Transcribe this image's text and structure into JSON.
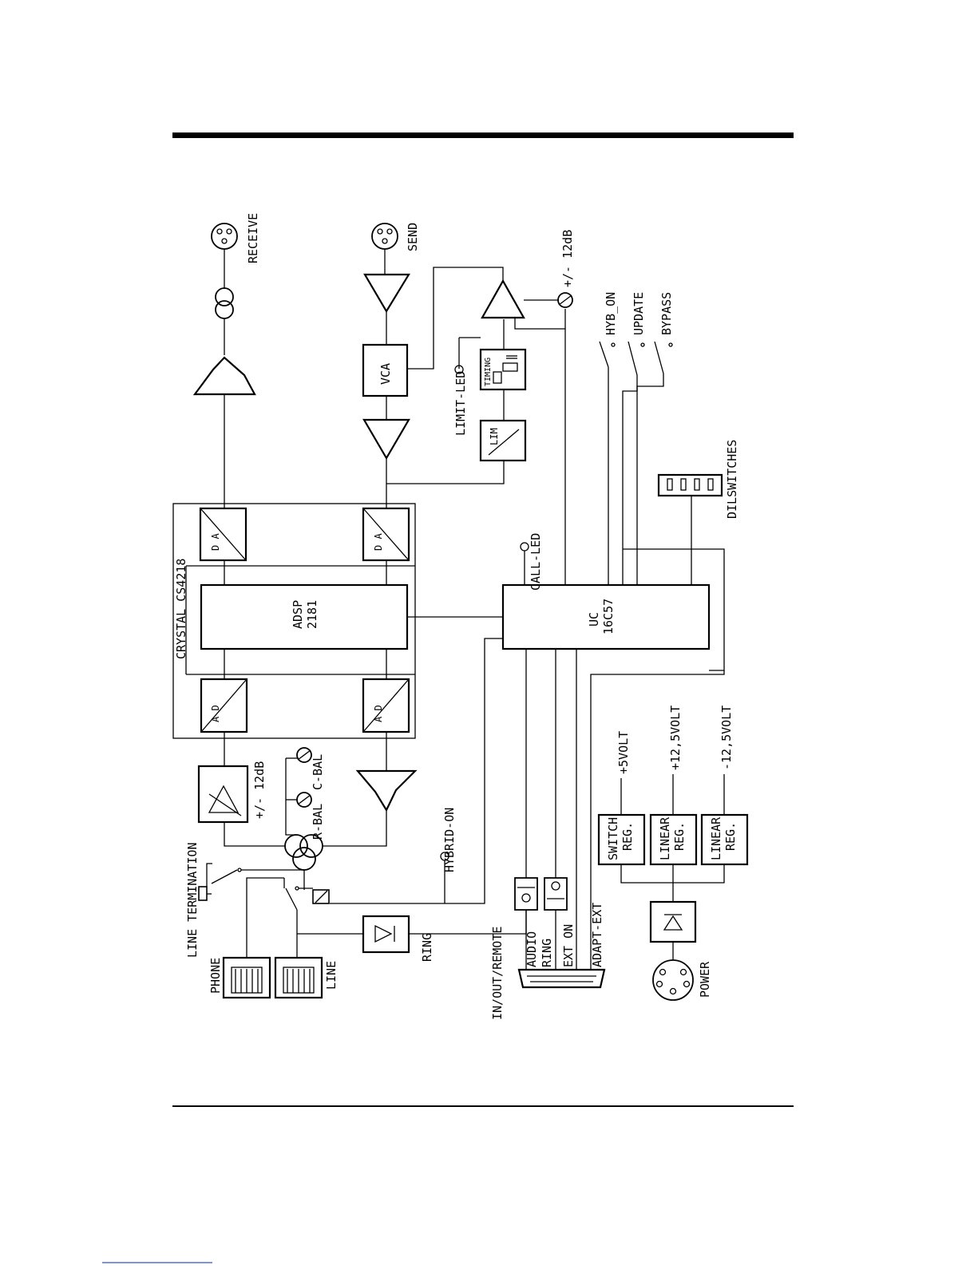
{
  "labels": {
    "receive": "RECEIVE",
    "send": "SEND",
    "plus_minus_12db_out": "+/- 12dB",
    "hyb_on": "HYB_ON",
    "update": "UPDATE",
    "bypass": "BYPASS",
    "vca": "VCA",
    "lim": "LIM",
    "timing": "TIMING",
    "limit_led": "LIMIT-LED",
    "dil_switches": "DILSWITCHES",
    "crystal": "CRYSTAL CS4218",
    "da": "D A",
    "ad": "A D",
    "adsp": "ADSP",
    "adsp_num": "2181",
    "call_led": "CALL-LED",
    "uc": "UC",
    "uc_num": "16C57",
    "plus_minus_12db_in": "+/- 12dB",
    "r_bal": "R-BAL",
    "c_bal": "C-BAL",
    "hybrid_on": "HYBRID-ON",
    "plus_5volt": "+5VOLT",
    "plus_12_5volt": "+12,5VOLT",
    "minus_12_5volt": "-12,5VOLT",
    "switch": "SWITCH",
    "linear": "LINEAR",
    "reg": "REG.",
    "line_termination": "LINE TERMINATION",
    "phone": "PHONE",
    "line": "LINE",
    "ring_diode": "RING",
    "in_out_remote": "IN/OUT/REMOTE",
    "audio": "AUDIO",
    "ring": "RING",
    "ext_on": "EXT ON",
    "adapt_ext": "ADAPT-EXT",
    "power": "POWER"
  }
}
